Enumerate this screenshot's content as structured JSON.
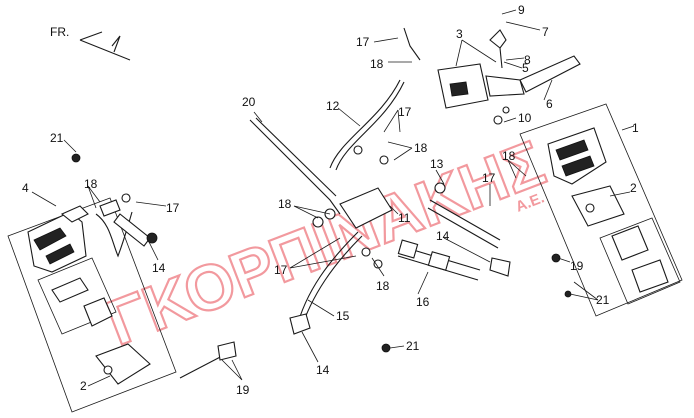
{
  "diagram": {
    "direction_label": "FR.",
    "callouts": [
      {
        "id": "c1",
        "text": "1"
      },
      {
        "id": "c2a",
        "text": "2"
      },
      {
        "id": "c2b",
        "text": "2"
      },
      {
        "id": "c3",
        "text": "3"
      },
      {
        "id": "c4",
        "text": "4"
      },
      {
        "id": "c5",
        "text": "5"
      },
      {
        "id": "c6",
        "text": "6"
      },
      {
        "id": "c7",
        "text": "7"
      },
      {
        "id": "c8",
        "text": "8"
      },
      {
        "id": "c9",
        "text": "9"
      },
      {
        "id": "c10",
        "text": "10"
      },
      {
        "id": "c11",
        "text": "11"
      },
      {
        "id": "c12",
        "text": "12"
      },
      {
        "id": "c13",
        "text": "13"
      },
      {
        "id": "c14a",
        "text": "14"
      },
      {
        "id": "c14b",
        "text": "14"
      },
      {
        "id": "c14c",
        "text": "14"
      },
      {
        "id": "c15",
        "text": "15"
      },
      {
        "id": "c16",
        "text": "16"
      },
      {
        "id": "c17a",
        "text": "17"
      },
      {
        "id": "c17b",
        "text": "17"
      },
      {
        "id": "c17c",
        "text": "17"
      },
      {
        "id": "c17d",
        "text": "17"
      },
      {
        "id": "c17e",
        "text": "17"
      },
      {
        "id": "c18a",
        "text": "18"
      },
      {
        "id": "c18b",
        "text": "18"
      },
      {
        "id": "c18c",
        "text": "18"
      },
      {
        "id": "c18d",
        "text": "18"
      },
      {
        "id": "c18e",
        "text": "18"
      },
      {
        "id": "c18f",
        "text": "18"
      },
      {
        "id": "c19a",
        "text": "19"
      },
      {
        "id": "c19b",
        "text": "19"
      },
      {
        "id": "c20",
        "text": "20"
      },
      {
        "id": "c21a",
        "text": "21"
      },
      {
        "id": "c21b",
        "text": "21"
      },
      {
        "id": "c21c",
        "text": "21"
      }
    ]
  },
  "watermark": {
    "text": "ΓΚΟΡΠΙΝΑΚΗΣ",
    "suffix": "Α.Ε."
  }
}
